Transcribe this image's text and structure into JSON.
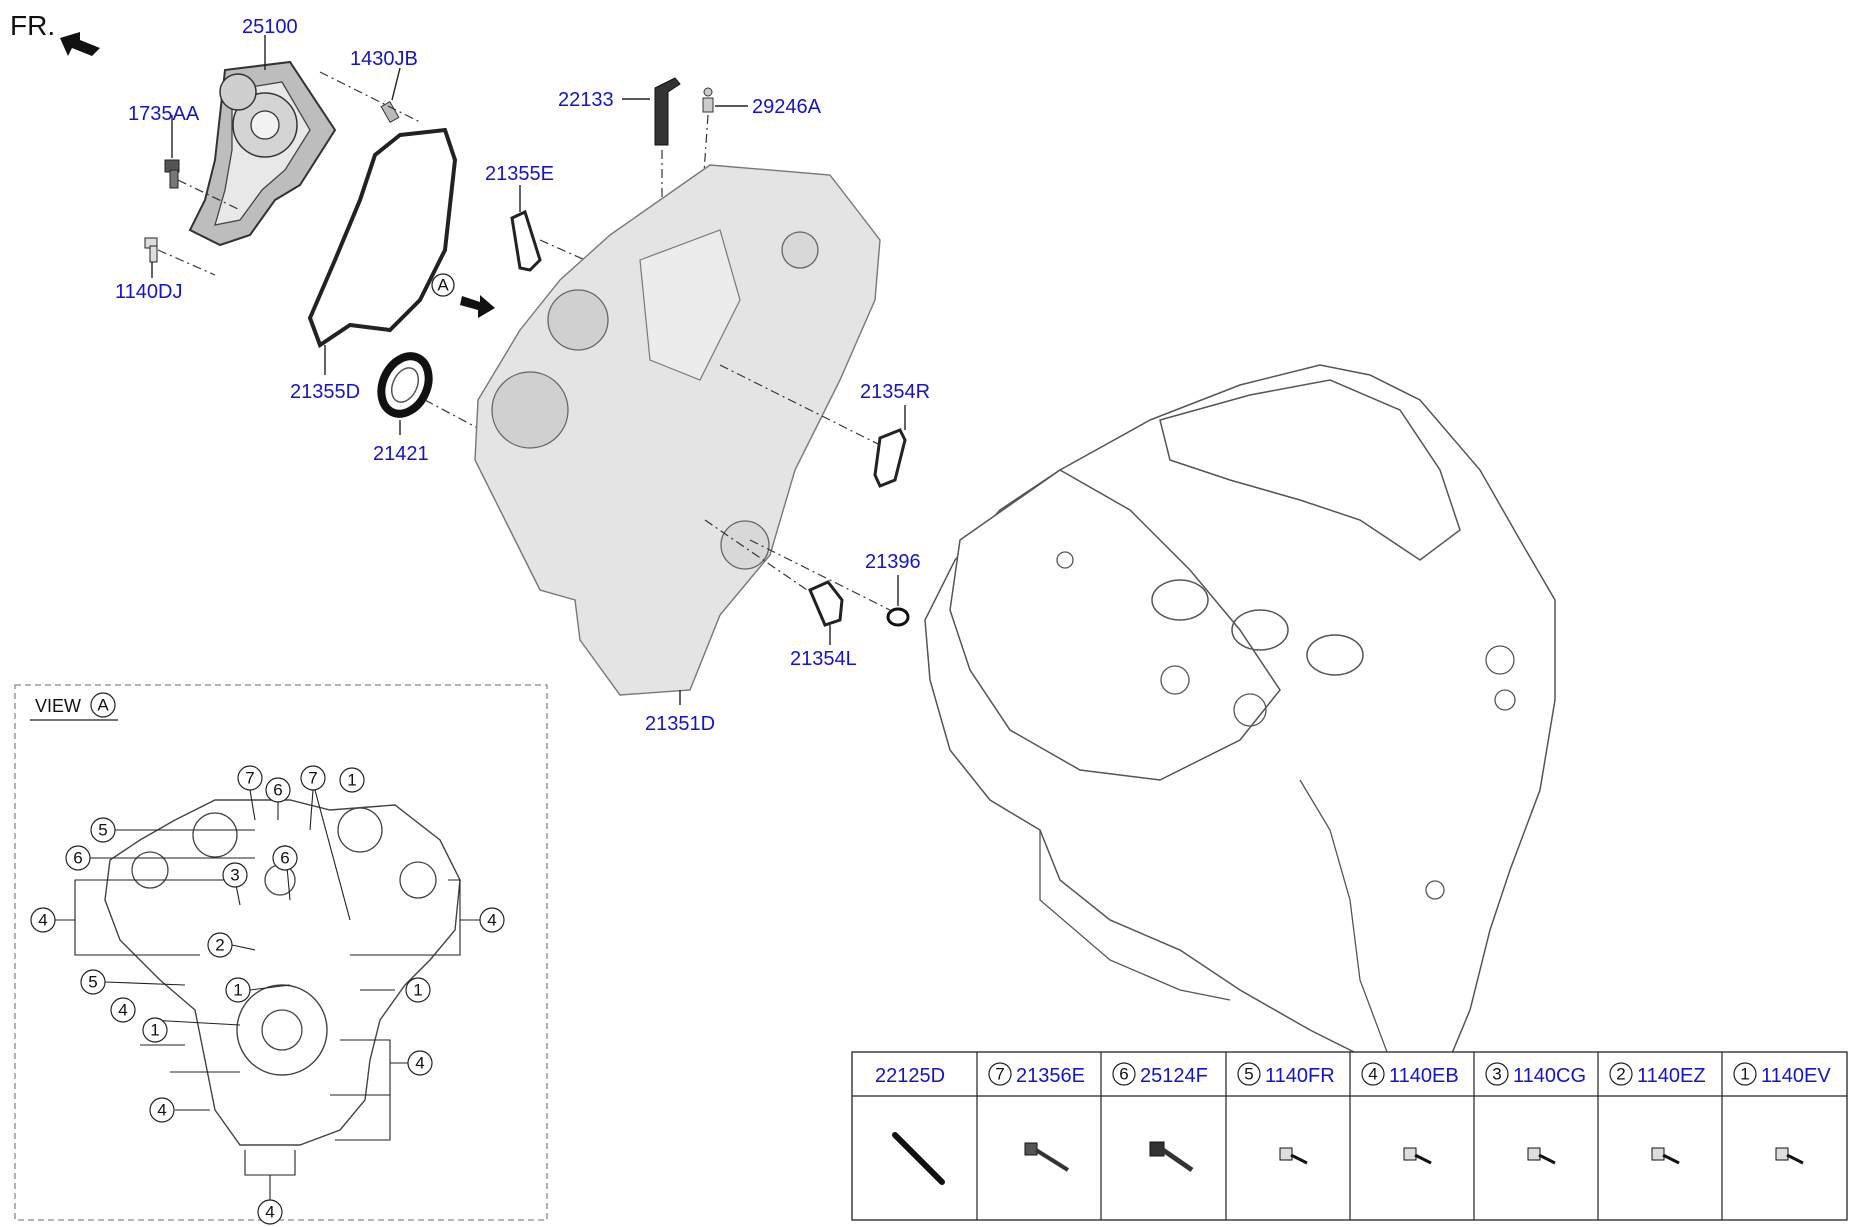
{
  "header": {
    "front_label": "FR."
  },
  "callouts": {
    "water_pump": "25100",
    "pin": "1430JB",
    "pump_bolt": "1735AA",
    "pump_bolt_small": "1140DJ",
    "pump_gasket": "21355D",
    "oil_seal": "21421",
    "dipstick_tube": "22133",
    "breather_plug": "29246A",
    "gasket_e": "21355E",
    "gasket_r": "21354R",
    "oring": "21396",
    "gasket_l": "21354L",
    "timing_cover": "21351D"
  },
  "view_ref": {
    "letter": "A"
  },
  "inset": {
    "title": "VIEW",
    "letter": "A"
  },
  "legend": {
    "headers": [
      {
        "num": "",
        "code": "22125D"
      },
      {
        "num": "7",
        "code": "21356E"
      },
      {
        "num": "6",
        "code": "25124F"
      },
      {
        "num": "5",
        "code": "1140FR"
      },
      {
        "num": "4",
        "code": "1140EB"
      },
      {
        "num": "3",
        "code": "1140CG"
      },
      {
        "num": "2",
        "code": "1140EZ"
      },
      {
        "num": "1",
        "code": "1140EV"
      }
    ]
  },
  "inset_markers": [
    "7",
    "6",
    "7",
    "1",
    "5",
    "6",
    "6",
    "3",
    "4",
    "4",
    "2",
    "5",
    "1",
    "1",
    "4",
    "1",
    "4",
    "4",
    "4"
  ],
  "colors": {
    "label_blue": "#1414cc",
    "line": "#222222",
    "cover_fill": "#e4e4e4"
  }
}
